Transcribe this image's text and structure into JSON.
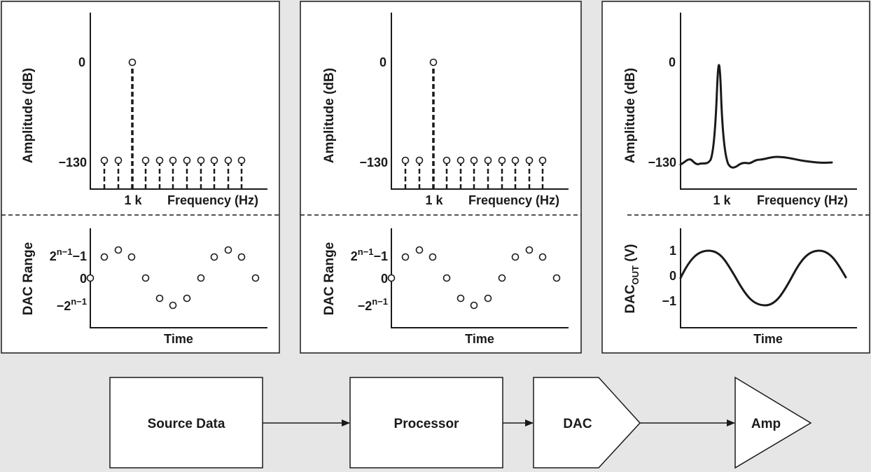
{
  "panels": [
    {
      "spectrum": {
        "ylabel": "Amplitude (dB)",
        "tick_top": "0",
        "tick_bottom": "−130",
        "xlabel": "Frequency (Hz)",
        "marker": "1 k"
      },
      "time": {
        "ylabel": "DAC Range",
        "tick_top": "2",
        "tick_top_sup": "n−1",
        "tick_top_tail": "−1",
        "tick_mid": "0",
        "tick_bottom": "−2",
        "tick_bottom_sup": "n−1",
        "xlabel": "Time"
      }
    },
    {
      "spectrum": {
        "ylabel": "Amplitude (dB)",
        "tick_top": "0",
        "tick_bottom": "−130",
        "xlabel": "Frequency (Hz)",
        "marker": "1 k"
      },
      "time": {
        "ylabel": "DAC Range",
        "tick_top": "2",
        "tick_top_sup": "n−1",
        "tick_top_tail": "−1",
        "tick_mid": "0",
        "tick_bottom": "−2",
        "tick_bottom_sup": "n−1",
        "xlabel": "Time"
      }
    },
    {
      "spectrum": {
        "ylabel": "Amplitude (dB)",
        "tick_top": "0",
        "tick_bottom": "−130",
        "xlabel": "Frequency (Hz)",
        "marker": "1 k"
      },
      "time": {
        "ylabel_main": "DAC",
        "ylabel_sub": "OUT",
        "ylabel_tail": " (V)",
        "tick_top": "1",
        "tick_mid": "0",
        "tick_bottom": "−1",
        "xlabel": "Time"
      }
    }
  ],
  "blocks": {
    "source": "Source Data",
    "processor": "Processor",
    "dac": "DAC",
    "amp": "Amp"
  }
}
